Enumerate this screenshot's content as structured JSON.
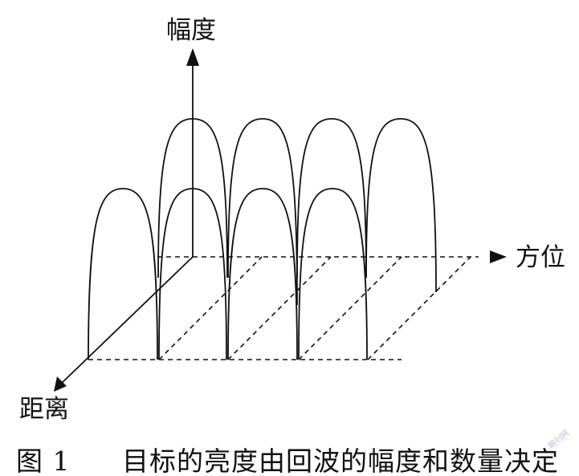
{
  "labels": {
    "amplitude": "幅度",
    "azimuth": "方位",
    "range": "距离"
  },
  "caption": {
    "number": "图 1",
    "text": "目标的亮度由回波的幅度和数量决定"
  },
  "watermark": {
    "text": "期刊网"
  },
  "colors": {
    "ink": "#111111",
    "watermark": "#b9c4d6"
  }
}
